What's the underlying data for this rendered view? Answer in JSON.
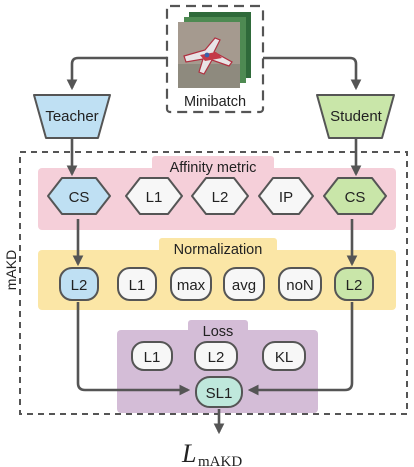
{
  "minibatch": {
    "label": "Minibatch"
  },
  "teacher": {
    "label": "Teacher"
  },
  "student": {
    "label": "Student"
  },
  "makd_label": "mAKD",
  "affinity": {
    "title": "Affinity metric",
    "teacher_node": "CS",
    "student_node": "CS",
    "options": [
      "L1",
      "L2",
      "IP"
    ]
  },
  "normalization": {
    "title": "Normalization",
    "teacher_node": "L2",
    "student_node": "L2",
    "options": [
      "L1",
      "max",
      "avg",
      "noN"
    ]
  },
  "loss": {
    "title": "Loss",
    "options": [
      "L1",
      "L2",
      "KL"
    ],
    "output_node": "SL1"
  },
  "output": {
    "symbol": "L",
    "subscript": "mAKD"
  },
  "colors": {
    "teacher": "#bfe0f3",
    "student": "#c9e6a9",
    "affinity_band": "#f5cfd9",
    "normalization_band": "#fbe6a6",
    "loss_band": "#d4bdd7",
    "output_node": "#bfe8dc",
    "neutral_node": "#f7f7f7",
    "stroke": "#555555"
  }
}
